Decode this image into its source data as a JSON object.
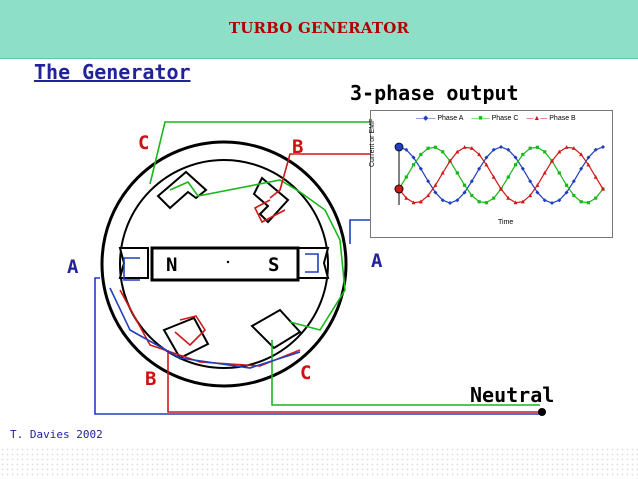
{
  "header": {
    "title": "TURBO GENERATOR"
  },
  "diagram": {
    "title": "The Generator",
    "output_title": "3-phase output",
    "labels": {
      "c_top": "C",
      "b_top": "B",
      "a_left": "A",
      "a_right": "A",
      "b_bottom": "B",
      "c_bottom": "C",
      "n_pole": "N",
      "s_pole": "S",
      "neutral": "Neutral"
    },
    "credit": "T. Davies 2002"
  },
  "colors": {
    "phase_a": "#1f3fbf",
    "phase_b": "#d01818",
    "phase_c": "#18b818",
    "header_bg": "#8edfc8",
    "header_text": "#b00000"
  },
  "chart_data": {
    "type": "line",
    "legend": [
      "Phase A",
      "Phase C",
      "Phase B"
    ],
    "xlabel": "Time",
    "ylabel": "Current or EMF",
    "x": [
      0,
      1,
      2,
      3,
      4,
      5,
      6,
      7,
      8,
      9,
      10,
      11,
      12,
      13,
      14,
      15,
      16,
      17,
      18,
      19,
      20,
      21,
      22,
      23,
      24,
      25,
      26,
      27,
      28
    ],
    "series": [
      {
        "name": "Phase A",
        "color": "#1f3fbf",
        "phase_deg": 0
      },
      {
        "name": "Phase C",
        "color": "#18b818",
        "phase_deg": 120
      },
      {
        "name": "Phase B",
        "color": "#d01818",
        "phase_deg": 240
      }
    ],
    "ylim": [
      -1,
      1
    ],
    "grid": false,
    "legend_position": "top"
  }
}
